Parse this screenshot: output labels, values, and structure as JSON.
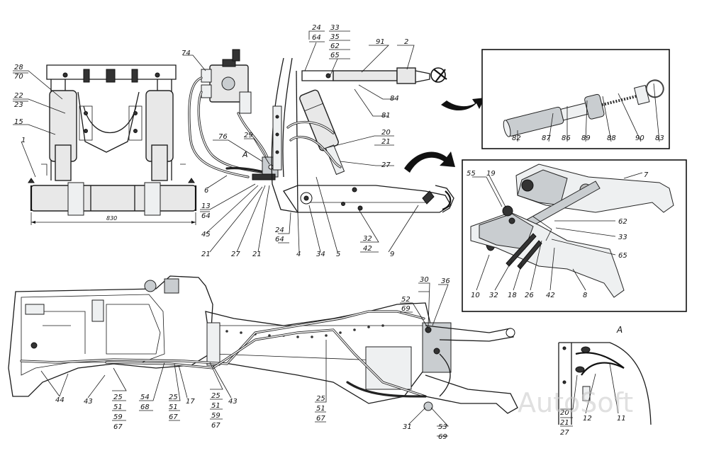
{
  "callouts": {
    "front": [
      "28",
      "70",
      "22",
      "23",
      "15",
      "1"
    ],
    "dim": "830",
    "pump": [
      "74",
      "76",
      "A",
      "29",
      "6",
      "13",
      "64",
      "45",
      "21",
      "27",
      "21"
    ],
    "side": [
      "24",
      "64",
      "33",
      "35",
      "62",
      "65",
      "91",
      "2",
      "84",
      "81",
      "20",
      "21",
      "27",
      "24",
      "64",
      "4",
      "34",
      "5",
      "32",
      "42",
      "9"
    ],
    "photo_top": [
      "82",
      "87",
      "86",
      "89",
      "88",
      "90",
      "83"
    ],
    "photo_bottom": [
      "55",
      "19",
      "7",
      "62",
      "33",
      "65",
      "10",
      "32",
      "18",
      "26",
      "42",
      "8"
    ],
    "tractor": [
      "44",
      "43",
      "25",
      "51",
      "59",
      "67",
      "54",
      "68",
      "25",
      "51",
      "67",
      "17",
      "25",
      "51",
      "59",
      "67",
      "43",
      "25",
      "51",
      "67",
      "30",
      "36",
      "52",
      "69",
      "31",
      "53",
      "69"
    ],
    "view_a": {
      "title": "A",
      "labels": [
        "20",
        "21",
        "27",
        "12",
        "11"
      ]
    }
  },
  "watermark": "AutoSoft"
}
